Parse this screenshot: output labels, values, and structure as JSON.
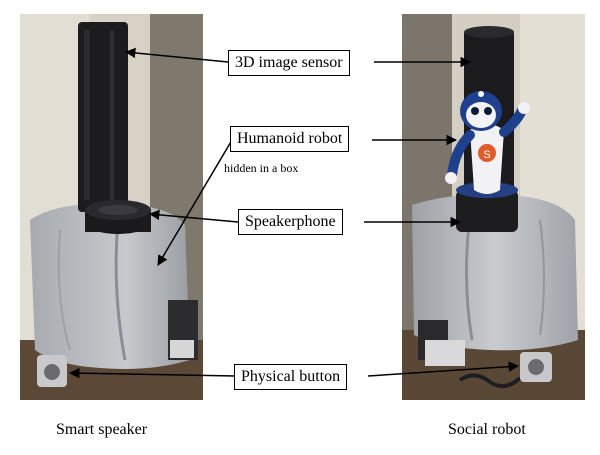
{
  "labels": {
    "sensor": "3D image sensor",
    "humanoid": "Humanoid robot",
    "hidden_note": "hidden in a box",
    "speakerphone": "Speakerphone",
    "button": "Physical button"
  },
  "captions": {
    "left": "Smart speaker",
    "right": "Social robot"
  },
  "colors": {
    "wall": "#cfc8ba",
    "wall_shadow": "#8f897f",
    "floor": "#5a4634",
    "cloth": "#b9bcbf",
    "cloth_shadow": "#8d9196",
    "tower": "#1b1b1d",
    "robot_blue": "#1f3f8f",
    "robot_white": "#f4f4f6",
    "emblem": "#e05a2a"
  },
  "icons": {
    "arrow": "arrow-icon"
  }
}
